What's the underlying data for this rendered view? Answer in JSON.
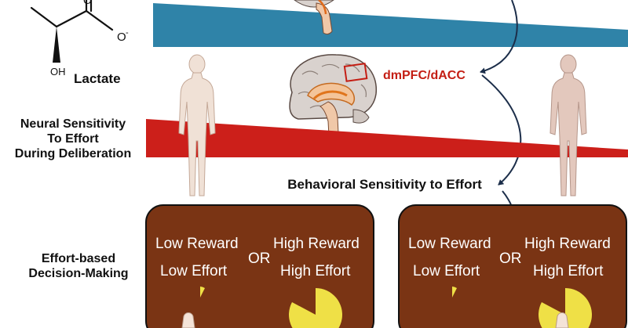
{
  "molecule": {
    "oxygen": "O",
    "carboxylate": "O",
    "charge": "-",
    "hydroxyl": "OH"
  },
  "lactate_label": "Lactate",
  "region_label": "dmPFC/dACC",
  "neural_label": [
    "Neural Sensitivity",
    "To Effort",
    "During Deliberation"
  ],
  "behavioral_label": "Behavioral Sensitivity to Effort",
  "decision_label": [
    "Effort-based",
    "Decision-Making"
  ],
  "options": [
    {
      "left_reward": "Low Reward",
      "left_effort": "Low Effort",
      "or": "OR",
      "right_reward": "High Reward",
      "right_effort": "High Effort"
    },
    {
      "left_reward": "Low Reward",
      "left_effort": "Low Effort",
      "or": "OR",
      "right_reward": "High Reward",
      "right_effort": "High Effort"
    }
  ],
  "colors": {
    "blue_wedge": "#2f83a8",
    "red_wedge": "#cc1f1a",
    "choice_box": "#7a3414",
    "pie_fill": "#efe046",
    "label_red": "#c41e14",
    "arrow": "#1c2e4a"
  }
}
